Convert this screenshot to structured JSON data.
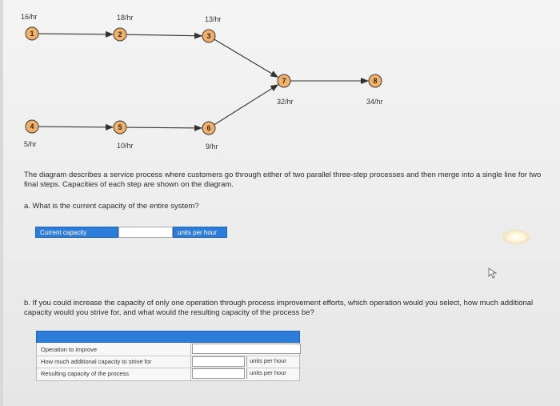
{
  "diagram": {
    "nodes": [
      {
        "id": "1",
        "rate": "16/hr"
      },
      {
        "id": "2",
        "rate": "18/hr"
      },
      {
        "id": "3",
        "rate": "13/hr"
      },
      {
        "id": "4",
        "rate": "5/hr"
      },
      {
        "id": "5",
        "rate": "10/hr"
      },
      {
        "id": "6",
        "rate": "9/hr"
      },
      {
        "id": "7",
        "rate": "32/hr"
      },
      {
        "id": "8",
        "rate": "34/hr"
      }
    ],
    "edges": [
      [
        "1",
        "2"
      ],
      [
        "2",
        "3"
      ],
      [
        "3",
        "7"
      ],
      [
        "4",
        "5"
      ],
      [
        "5",
        "6"
      ],
      [
        "6",
        "7"
      ],
      [
        "7",
        "8"
      ]
    ],
    "colors": {
      "node_fill": "#f2b166",
      "node_stroke": "#3a3a3a",
      "line": "#333333"
    }
  },
  "intro_text": "The diagram describes a service process where customers go through either of two parallel three-step processes and then merge into a single line for two final steps. Capacities of each step are shown on the diagram.",
  "question_a": "a. What is the current capacity of the entire system?",
  "answer_a": {
    "label": "Current capacity",
    "value": "",
    "unit": "units per hour"
  },
  "question_b": "b. If you could increase the capacity of only one operation through process improvement efforts, which operation would you select, how much additional capacity would you strive for, and what would the resulting capacity of the process be?",
  "table_b": {
    "rows": [
      {
        "label": "Operation to improve",
        "value": "",
        "unit": ""
      },
      {
        "label": "How much additional capacity to strive for",
        "value": "",
        "unit": "units per hour"
      },
      {
        "label": "Resulting capacity of the process",
        "value": "",
        "unit": "units per hour"
      }
    ]
  },
  "accent_color": "#2c7cd9"
}
